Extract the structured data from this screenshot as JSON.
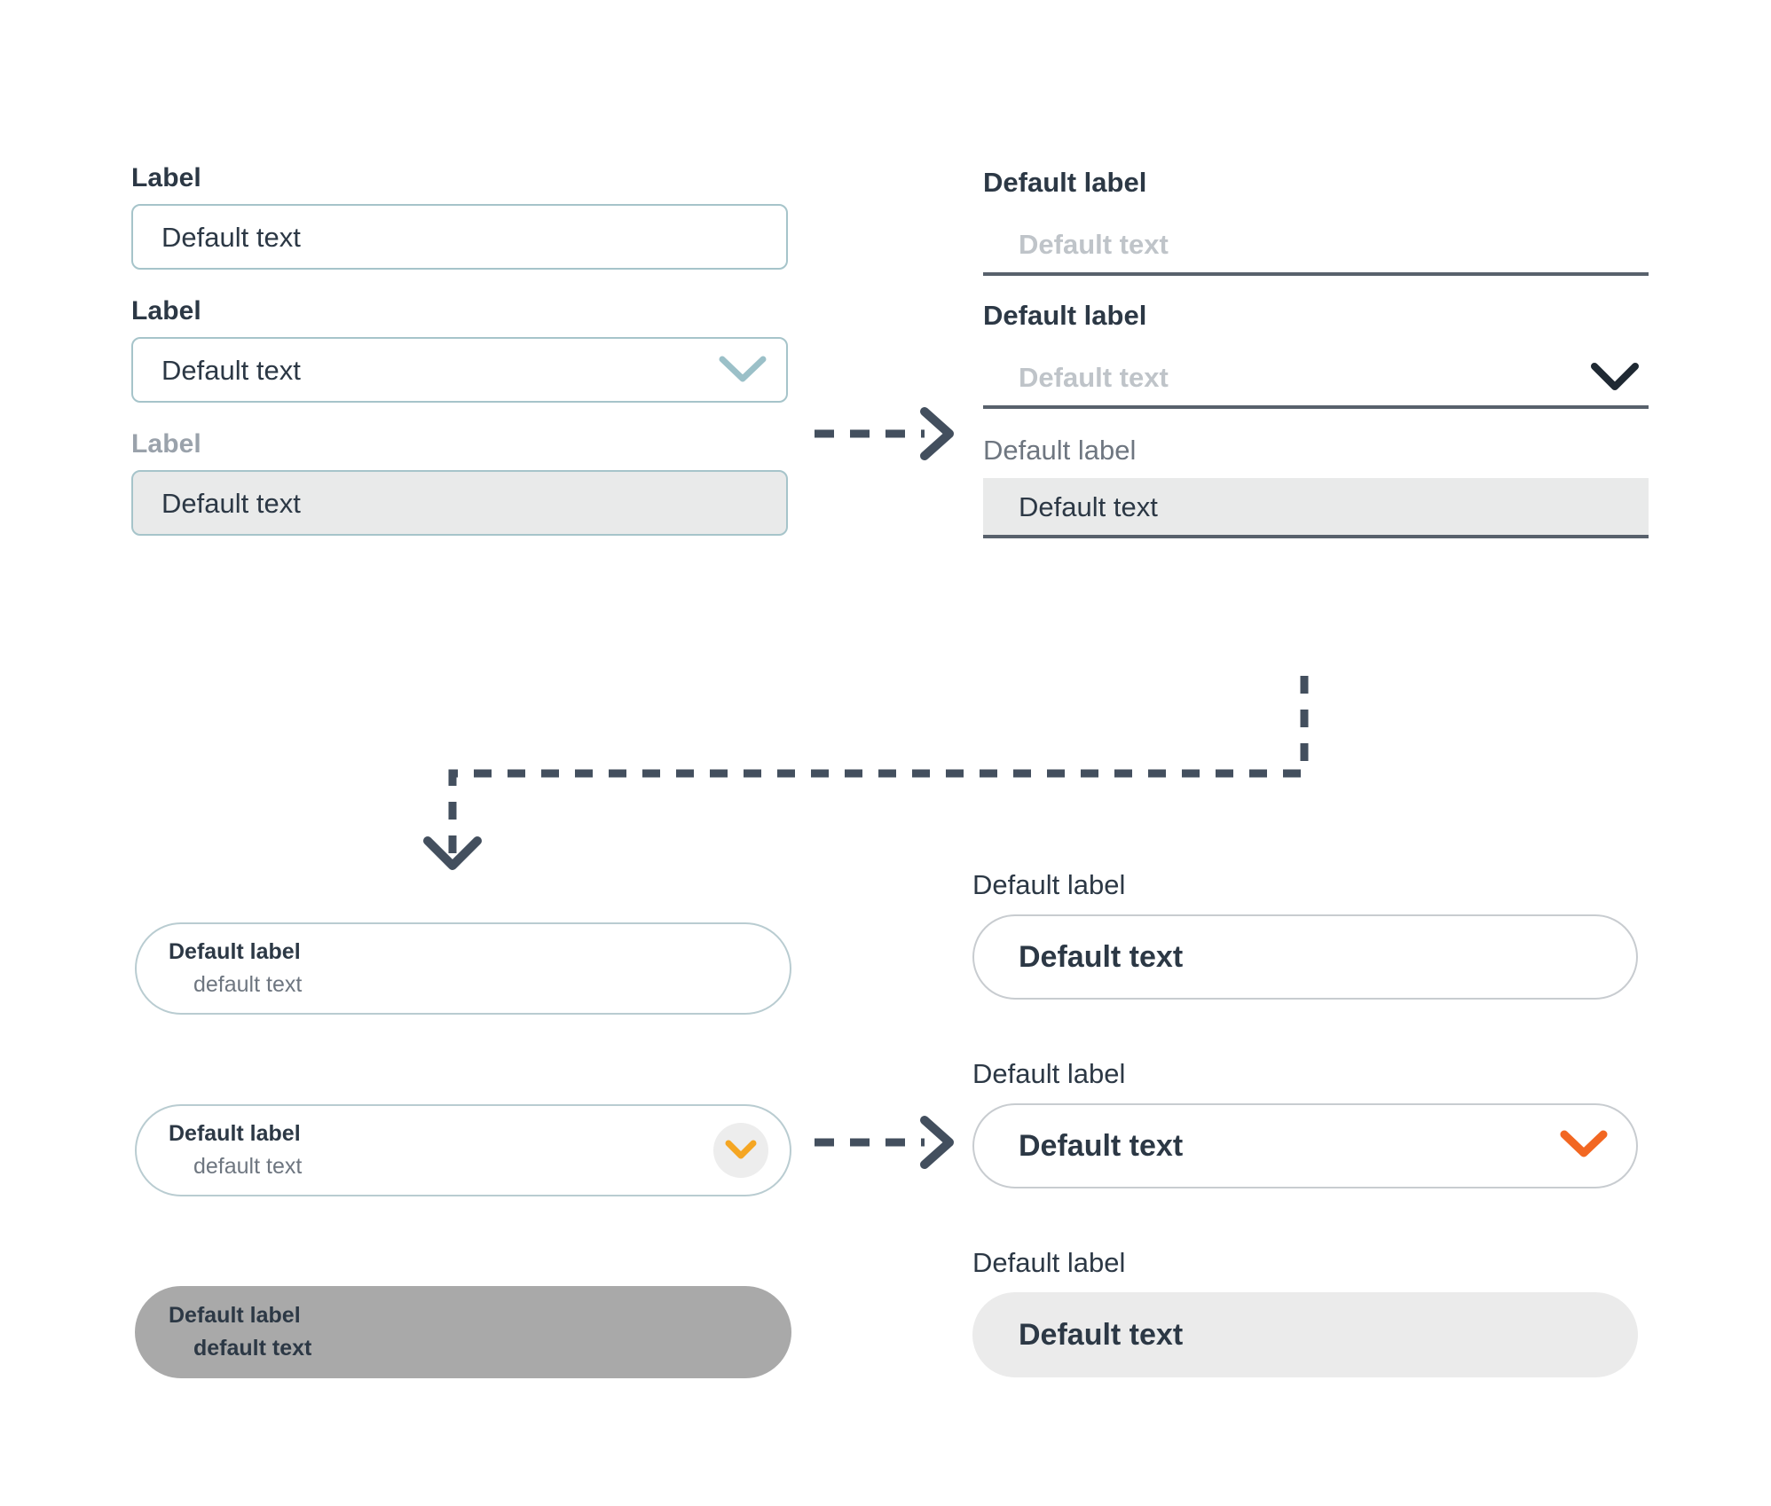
{
  "palette": {
    "text_dark": "#2c3845",
    "text_muted": "#6e7680",
    "placeholder_gray": "#bfc4c9",
    "label_disabled": "#9aa2ab",
    "teal_border": "#a6c4ca",
    "pill_border": "#b9ccd1",
    "pill_border_gray": "#c8ccd0",
    "underline": "#58616c",
    "fill_light": "#e9eaea",
    "fill_pill": "#ebebeb",
    "fill_gray": "#a9a9a9",
    "amber": "#f5a623",
    "orange": "#f26722",
    "connector": "#434f5e",
    "background": "#ffffff"
  },
  "left_column": {
    "text_field": {
      "label": "Label",
      "value": "Default text"
    },
    "select_field": {
      "label": "Label",
      "value": "Default text",
      "chevron": "chevron-down-icon"
    },
    "disabled_field": {
      "label": "Label",
      "value": "Default text"
    }
  },
  "right_column": {
    "text_field": {
      "label": "Default label",
      "placeholder": "Default text"
    },
    "select_field": {
      "label": "Default label",
      "placeholder": "Default text",
      "chevron": "chevron-down-icon"
    },
    "disabled_field": {
      "label": "Default label",
      "value": "Default text"
    }
  },
  "left_pills": {
    "plain": {
      "label": "Default label",
      "value": "default text"
    },
    "select": {
      "label": "Default label",
      "value": "default text",
      "chevron": "chevron-down-icon"
    },
    "disabled": {
      "label": "Default label",
      "value": "default text"
    }
  },
  "right_pills": {
    "plain": {
      "label": "Default label",
      "value": "Default text"
    },
    "select": {
      "label": "Default label",
      "value": "Default text",
      "chevron": "chevron-down-icon"
    },
    "disabled": {
      "label": "Default label",
      "value": "Default text"
    }
  },
  "connectors": {
    "top_arrow": "dashed-arrow-right",
    "elbow": "dashed-elbow-arrow-down",
    "bottom_arrow": "dashed-arrow-right"
  }
}
